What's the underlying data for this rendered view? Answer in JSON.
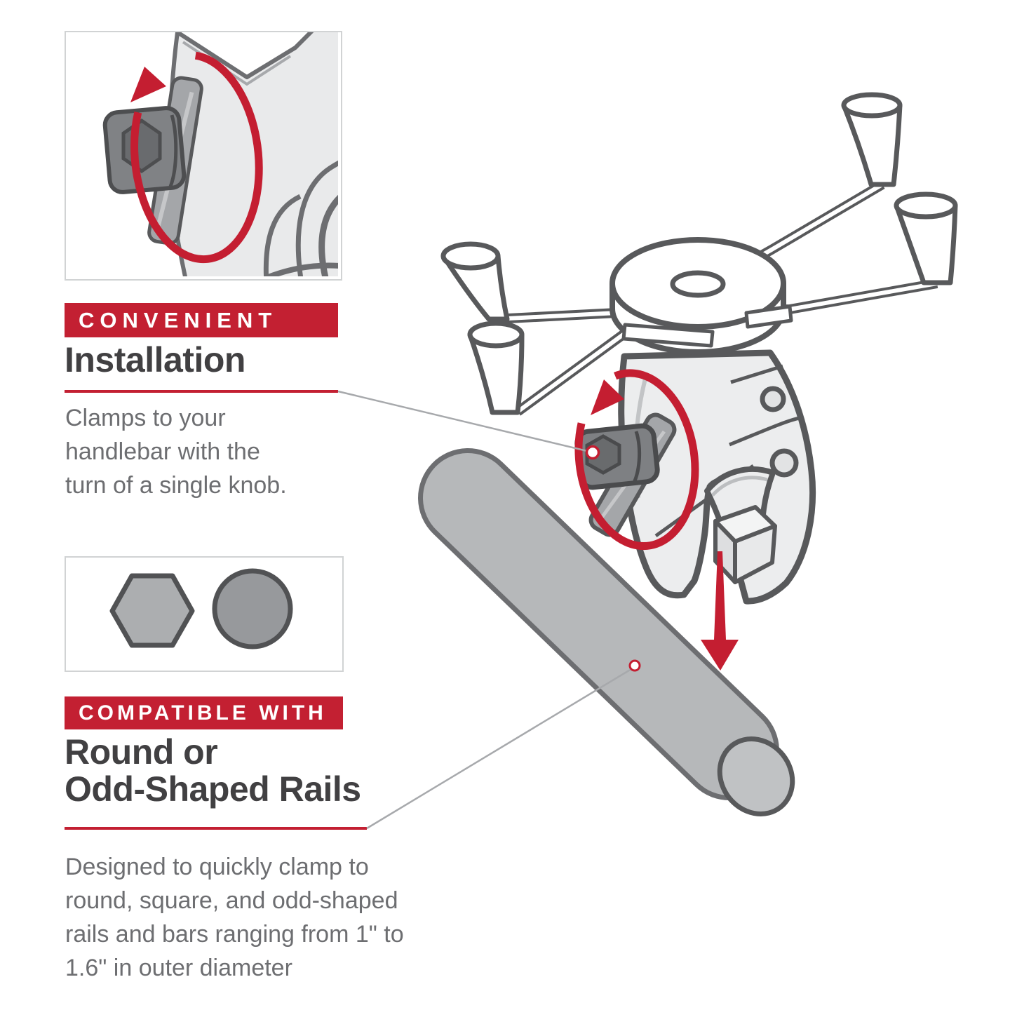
{
  "page": {
    "background": "#FFFFFF",
    "type": "product-feature-infographic"
  },
  "colors": {
    "accent_red": "#C32032",
    "heading_text": "#414042",
    "body_text": "#6D6E71",
    "outline_dark": "#58595B",
    "light_fill": "#ECEDEE",
    "mid_gray": "#A7A9AC",
    "rail_gray": "#B6B8BA",
    "knob_dark": "#7E8083",
    "box_border": "#D1D3D4"
  },
  "sections": {
    "installation": {
      "eyebrow": "CONVENIENT",
      "title": "Installation",
      "body": "Clamps to your\nhandlebar with the\nturn of a single knob."
    },
    "compatibility": {
      "eyebrow": "COMPATIBLE WITH",
      "title": "Round or\nOdd-Shaped Rails",
      "body": "Designed to quickly clamp to\nround, square, and odd-shaped\nrails and bars ranging from 1\" to\n1.6\" in outer diameter"
    }
  },
  "icons": {
    "inset": "knob-rotation-closeup",
    "rotation_arrow": "red-counterclockwise-rotation-arrow",
    "down_arrow": "red-clamp-direction-arrow",
    "shapes": [
      "hexagon-rail-profile",
      "round-rail-profile"
    ],
    "main_illustration": "tough-claw-clamp-with-x-grip-spider-and-rail"
  }
}
